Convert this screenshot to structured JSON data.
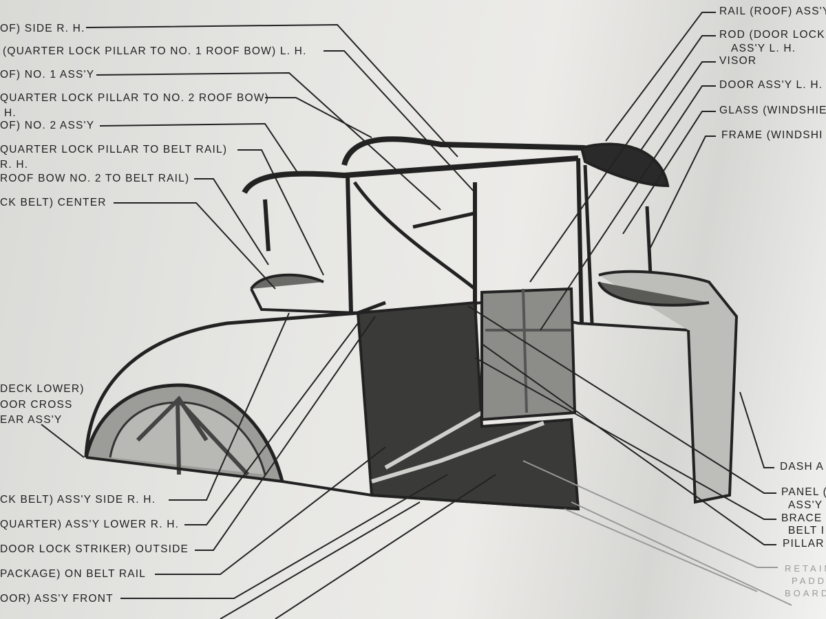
{
  "left_labels": [
    {
      "text": "OF) SIDE R. H."
    },
    {
      "text": "(QUARTER LOCK PILLAR TO NO. 1 ROOF BOW) L. H."
    },
    {
      "text": "OF) NO. 1 ASS'Y"
    },
    {
      "text": "QUARTER LOCK PILLAR TO NO. 2 ROOF BOW)",
      "line2": "H."
    },
    {
      "text": "OF) NO. 2 ASS'Y"
    },
    {
      "text": "QUARTER LOCK PILLAR TO BELT RAIL)",
      "line2": "R. H."
    },
    {
      "text": "ROOF BOW NO. 2 TO BELT RAIL)"
    },
    {
      "text": "CK BELT) CENTER"
    },
    {
      "text": "DECK LOWER)",
      "line2": "OOR CROSS",
      "line3": "EAR ASS'Y"
    },
    {
      "text": "CK BELT) ASS'Y SIDE R. H."
    },
    {
      "text": "QUARTER) ASS'Y LOWER R. H."
    },
    {
      "text": "DOOR LOCK STRIKER) OUTSIDE"
    },
    {
      "text": "PACKAGE) ON BELT RAIL"
    },
    {
      "text": "OOR) ASS'Y FRONT"
    }
  ],
  "right_labels": [
    {
      "text": "RAIL (ROOF) ASS'Y"
    },
    {
      "text": "ROD (DOOR LOCK",
      "line2": "ASS'Y L. H."
    },
    {
      "text": "VISOR"
    },
    {
      "text": "DOOR ASS'Y L. H."
    },
    {
      "text": "GLASS (WINDSHIE"
    },
    {
      "text": "FRAME (WINDSHI"
    },
    {
      "text": "DASH A"
    },
    {
      "text": "PANEL (",
      "line2": "ASS'Y"
    },
    {
      "text": "BRACE (",
      "line2": "BELT I"
    },
    {
      "text": "PILLAR"
    },
    {
      "text": "RETAIN",
      "line2": "PADD",
      "line3": "BOARD"
    }
  ]
}
